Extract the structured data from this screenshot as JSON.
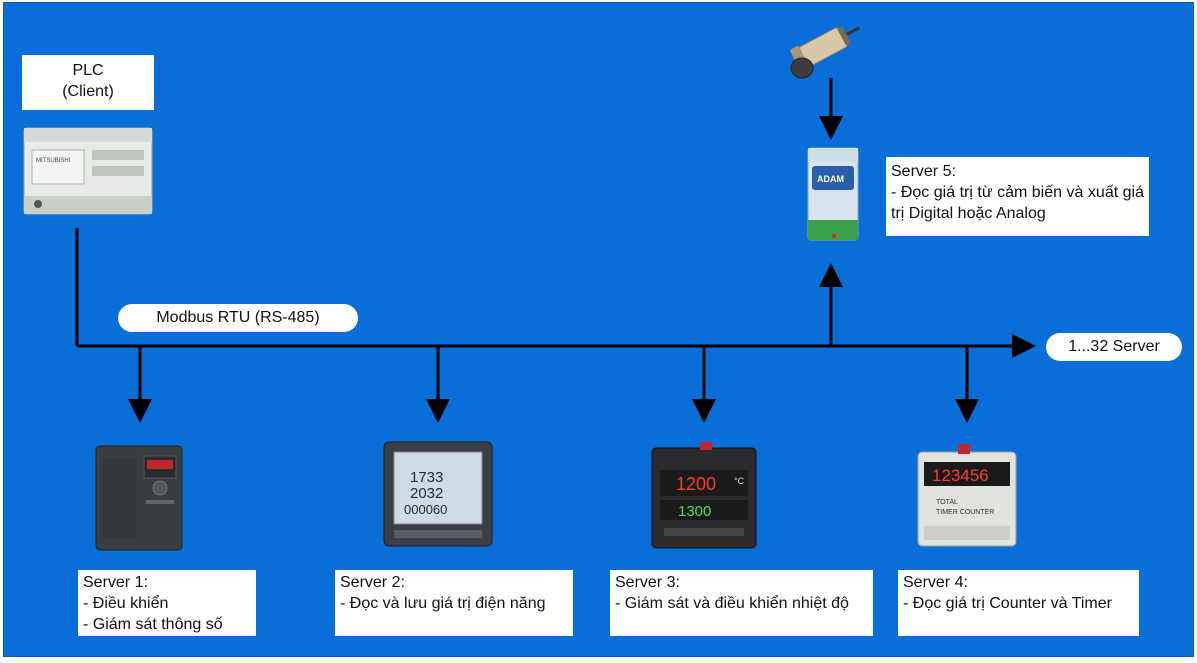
{
  "plc": {
    "title": "PLC",
    "subtitle": "(Client)"
  },
  "bus": {
    "label": "Modbus RTU (RS-485)",
    "end_label": "1...32 Server"
  },
  "servers": [
    {
      "title": "Server 1:",
      "lines": [
        "- Điều khiển",
        "- Giám sát thông số"
      ]
    },
    {
      "title": "Server 2:",
      "lines": [
        "- Đọc và lưu giá trị điện năng"
      ]
    },
    {
      "title": "Server 3:",
      "lines": [
        "- Giám sát và điều khiển nhiệt độ"
      ]
    },
    {
      "title": "Server 4:",
      "lines": [
        "- Đọc giá trị Counter và Timer"
      ]
    },
    {
      "title": "Server 5:",
      "lines": [
        "- Đọc giá trị từ cảm biến và xuất giá trị Digital hoặc Analog"
      ]
    }
  ],
  "device_text": {
    "plc_logo": "MITSUBISHI",
    "meter_values": [
      "1733",
      "2032",
      "000060"
    ],
    "temp_pv": "1200",
    "temp_sv": "1300",
    "temp_unit": "°C",
    "counter_value": "123456",
    "counter_label_1": "TOTAL",
    "counter_label_2": "TIMER COUNTER",
    "adam_logo": "ADAM"
  },
  "colors": {
    "background": "#0a6ed8",
    "line": "#000000",
    "box": "#ffffff"
  }
}
